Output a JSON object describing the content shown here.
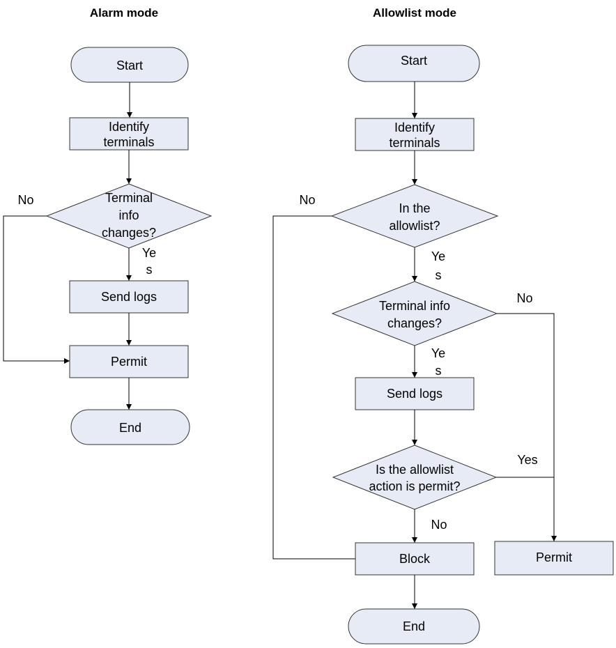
{
  "alarm": {
    "title": "Alarm mode",
    "start": "Start",
    "identify": [
      "Identify",
      "terminals"
    ],
    "decision": [
      "Terminal",
      "info",
      "changes?"
    ],
    "yes": [
      "Ye",
      "s"
    ],
    "no": "No",
    "send_logs": "Send logs",
    "permit": "Permit",
    "end": "End"
  },
  "allowlist": {
    "title": "Allowlist mode",
    "start": "Start",
    "identify": [
      "Identify",
      "terminals"
    ],
    "decision1": [
      "In the",
      "allowlist?"
    ],
    "decision1_no": "No",
    "decision1_yes": [
      "Ye",
      "s"
    ],
    "decision2": [
      "Terminal info",
      "changes?"
    ],
    "decision2_no": "No",
    "decision2_yes": [
      "Ye",
      "s"
    ],
    "send_logs": "Send logs",
    "decision3": [
      "Is the allowlist",
      "action is permit?"
    ],
    "decision3_yes": "Yes",
    "decision3_no": "No",
    "block": "Block",
    "permit": "Permit",
    "end": "End"
  }
}
